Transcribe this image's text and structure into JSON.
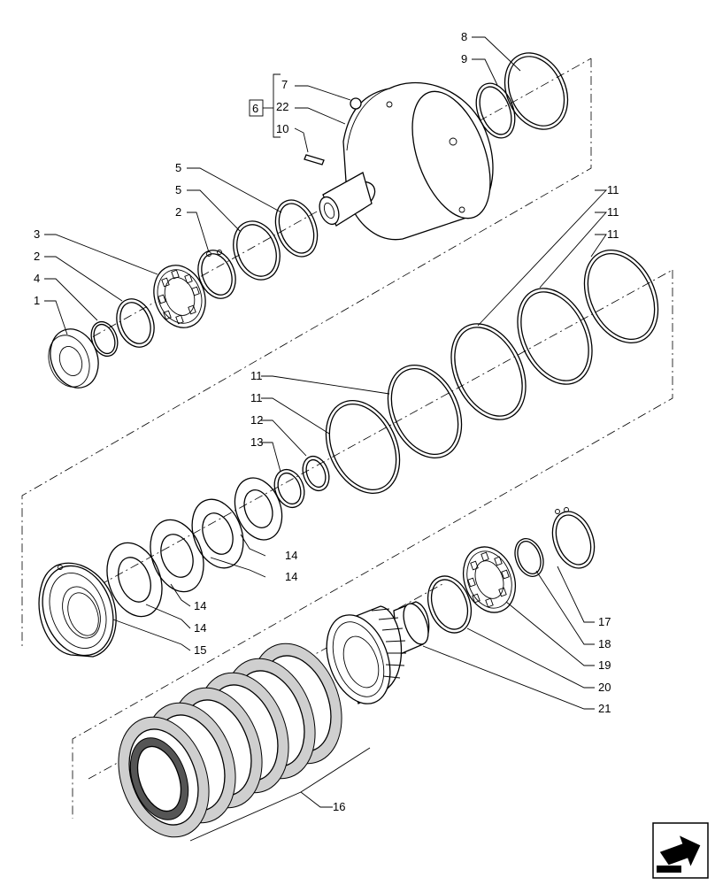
{
  "diagram": {
    "group_box_label": "6",
    "callouts": [
      "1",
      "2",
      "2",
      "3",
      "4",
      "5",
      "5",
      "7",
      "22",
      "10",
      "8",
      "9",
      "11",
      "11",
      "11",
      "11",
      "11",
      "12",
      "13",
      "14",
      "14",
      "14",
      "14",
      "15",
      "16",
      "17",
      "18",
      "19",
      "20",
      "21"
    ],
    "nav_icon": "next-page-arrow-icon"
  }
}
